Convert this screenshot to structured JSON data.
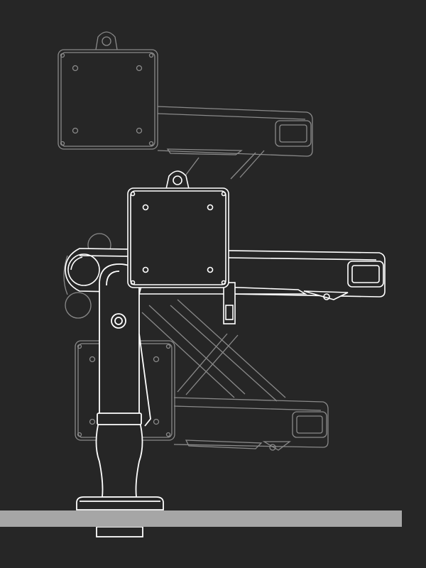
{
  "illustration": {
    "subject": "monitor-arm-height-range",
    "positions": [
      "raised",
      "neutral",
      "lowered"
    ]
  },
  "colors": {
    "background": "#262626",
    "line_primary": "#ffffff",
    "line_ghost": "#8a8a8a",
    "desk": "#a6a6a6",
    "fill_dark": "#262626"
  }
}
